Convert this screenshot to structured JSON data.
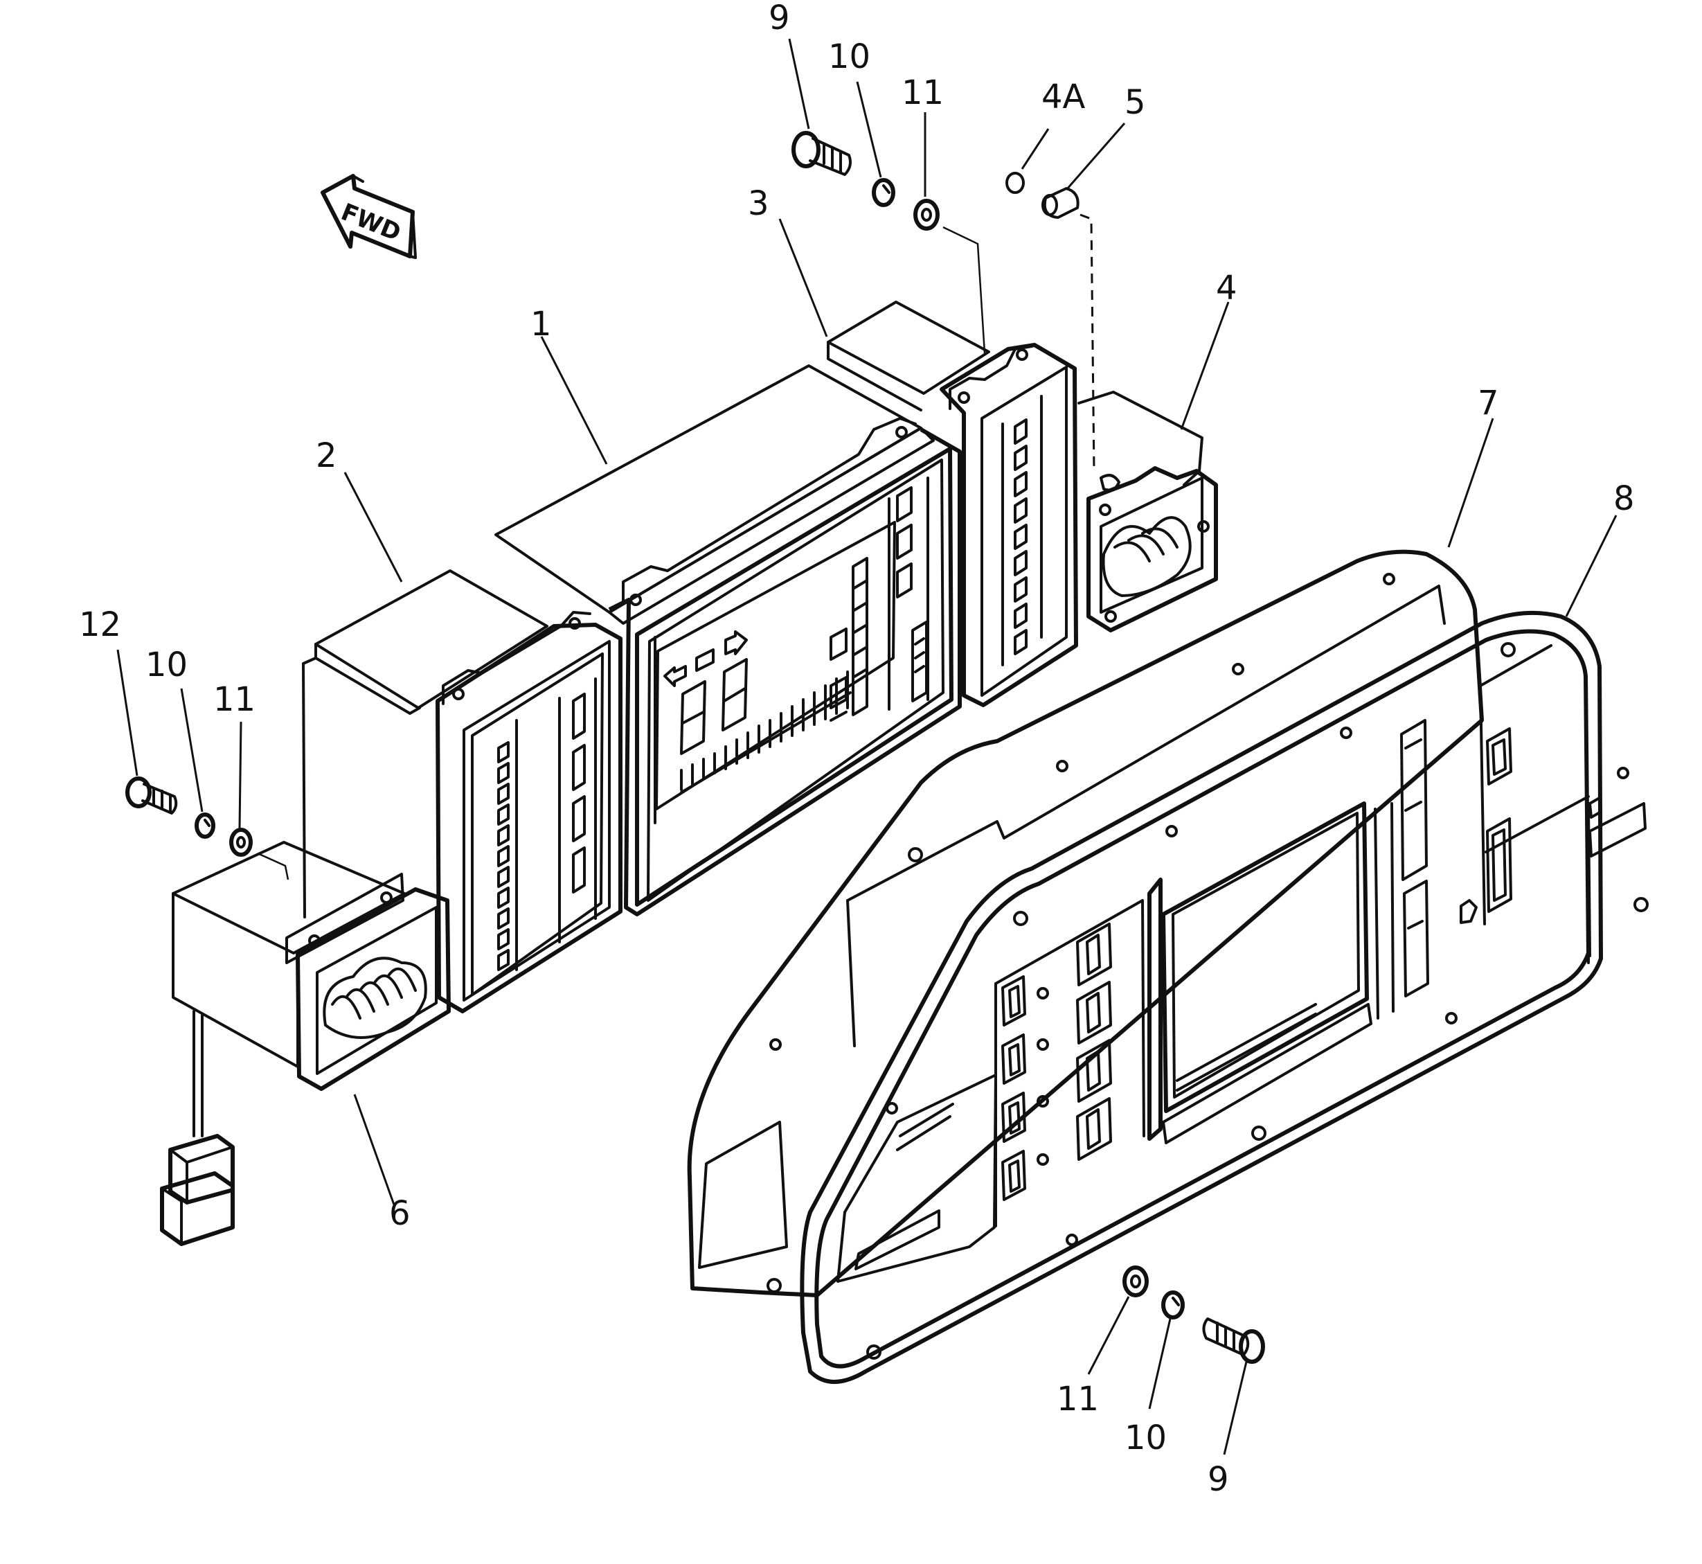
{
  "diagram": {
    "direction_arrow": "FWD",
    "callouts": [
      {
        "id": "c1",
        "text": "1"
      },
      {
        "id": "c2",
        "text": "2"
      },
      {
        "id": "c3",
        "text": "3"
      },
      {
        "id": "c4",
        "text": "4"
      },
      {
        "id": "c4a",
        "text": "4A"
      },
      {
        "id": "c5",
        "text": "5"
      },
      {
        "id": "c6",
        "text": "6"
      },
      {
        "id": "c7",
        "text": "7"
      },
      {
        "id": "c8",
        "text": "8"
      },
      {
        "id": "c9a",
        "text": "9"
      },
      {
        "id": "c10a",
        "text": "10"
      },
      {
        "id": "c11a",
        "text": "11"
      },
      {
        "id": "c12",
        "text": "12"
      },
      {
        "id": "c10b",
        "text": "10"
      },
      {
        "id": "c11b",
        "text": "11"
      },
      {
        "id": "c11c",
        "text": "11"
      },
      {
        "id": "c10c",
        "text": "10"
      },
      {
        "id": "c9b",
        "text": "9"
      }
    ]
  }
}
